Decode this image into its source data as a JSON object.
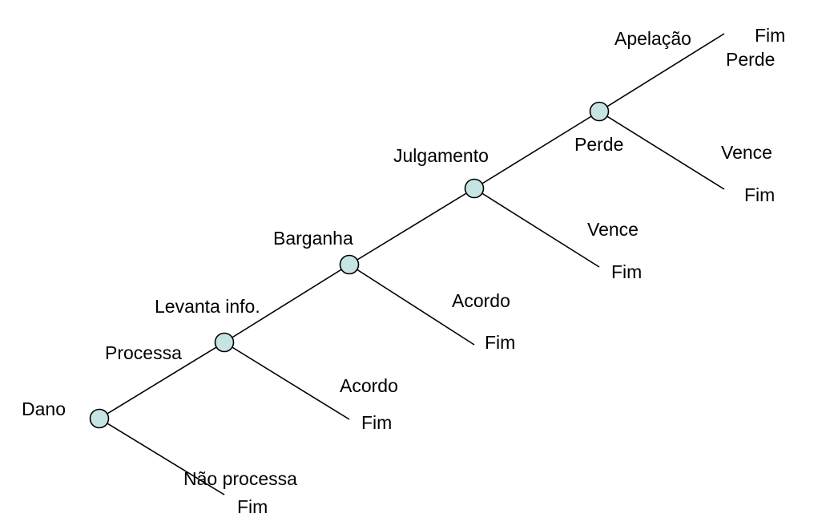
{
  "colors": {
    "node_fill": "#c6e4e4",
    "stroke": "#000000",
    "text": "#000000"
  },
  "labels": {
    "dano": "Dano",
    "processa": "Processa",
    "nao_processa": "Não processa",
    "fim_nao_processa": "Fim",
    "levanta_info": "Levanta info.",
    "acordo_1": "Acordo",
    "fim_acordo_1": "Fim",
    "barganha": "Barganha",
    "acordo_2": "Acordo",
    "fim_acordo_2": "Fim",
    "julgamento": "Julgamento",
    "vence_1": "Vence",
    "fim_vence_1": "Fim",
    "perde": "Perde",
    "apelacao": "Apelação",
    "fim_apelacao": "Fim",
    "perde_apelacao": "Perde",
    "vence_2": "Vence",
    "fim_vence_2": "Fim"
  }
}
